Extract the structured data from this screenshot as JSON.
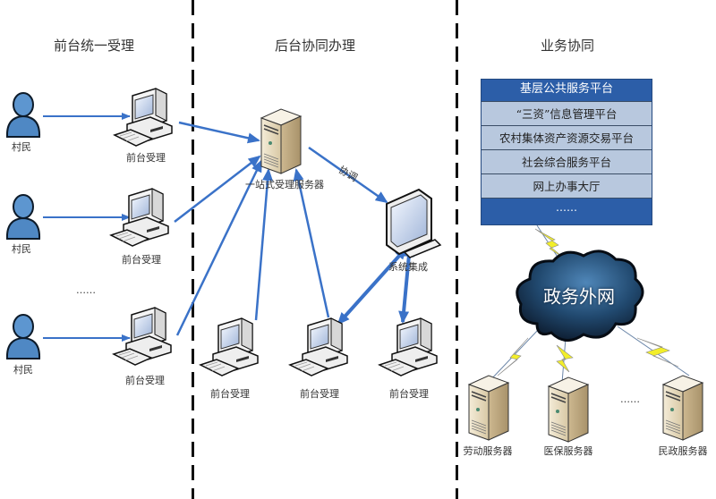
{
  "sections": {
    "front": "前台统一受理",
    "back": "后台协同办理",
    "business": "业务协同"
  },
  "villagers": [
    {
      "label": "村民"
    },
    {
      "label": "村民"
    },
    {
      "label": "村民"
    }
  ],
  "villager_ellipsis": "……",
  "front_terminals": [
    {
      "label": "前台受理"
    },
    {
      "label": "前台受理"
    },
    {
      "label": "前台受理"
    }
  ],
  "back_terminals": [
    {
      "label": "前台受理"
    },
    {
      "label": "前台受理"
    },
    {
      "label": "前台受理"
    }
  ],
  "one_stop_server": {
    "label": "一站式受理服务器"
  },
  "coordinate_label": "协调",
  "integration": {
    "label": "系统集成"
  },
  "platform": {
    "title": "基层公共服务平台",
    "rows": [
      "“三资”信息管理平台",
      "农村集体资产资源交易平台",
      "社会综合服务平台",
      "网上办事大厅"
    ],
    "more": "……"
  },
  "network": {
    "label": "政务外网"
  },
  "dept_servers": [
    {
      "label": "劳动服务器"
    },
    {
      "label": "医保服务器"
    },
    {
      "label": "民政服务器"
    }
  ],
  "server_ellipsis": "……",
  "colors": {
    "arrow": "#3a72c8",
    "platform_blue": "#2c5ea8",
    "platform_row": "#b8c8de",
    "lightning": "#f2ee2a"
  }
}
